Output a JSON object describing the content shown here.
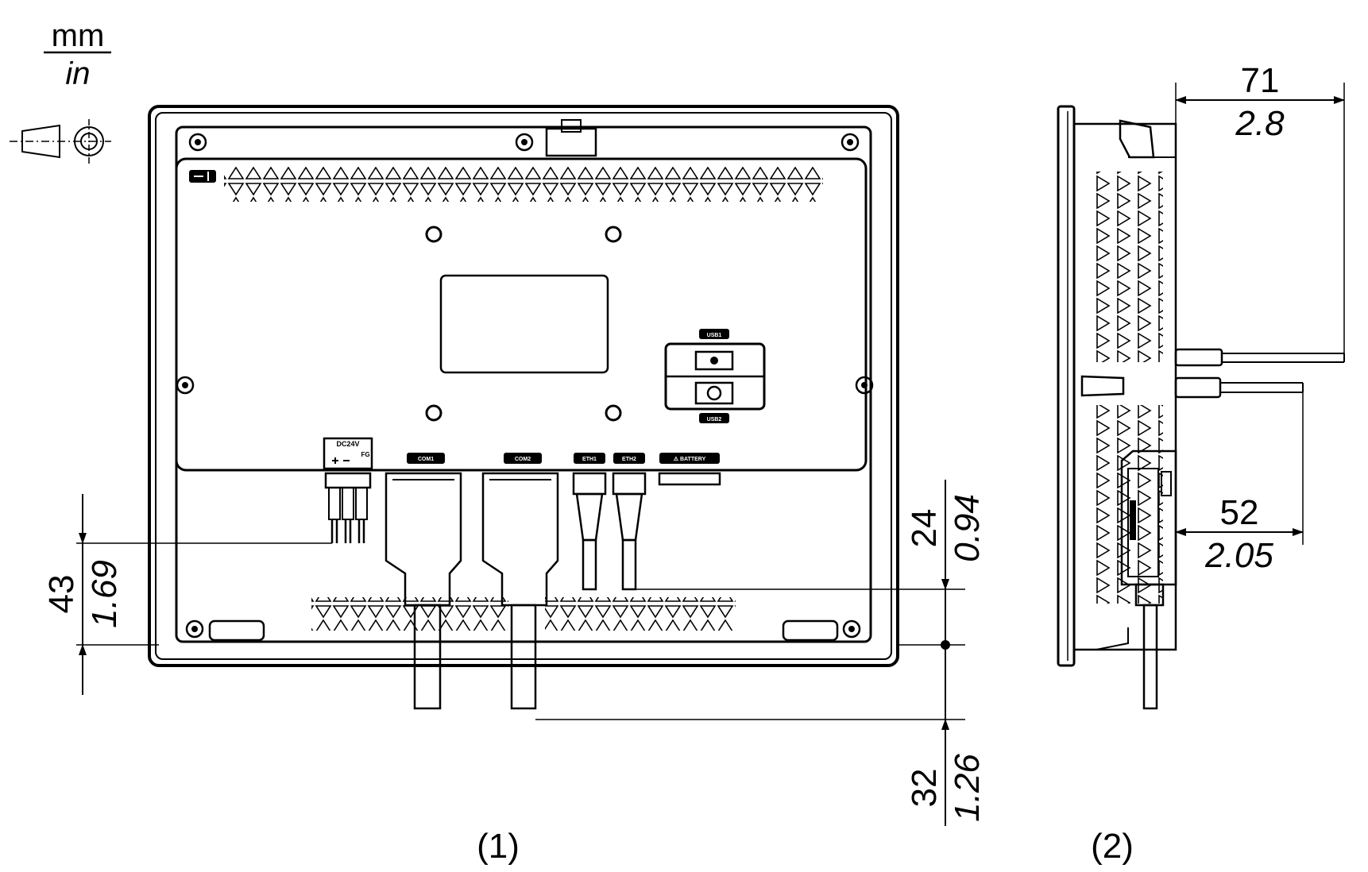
{
  "units": {
    "primary": "mm",
    "secondary": "in"
  },
  "views": [
    {
      "id": "rear",
      "label": "(1)"
    },
    {
      "id": "side",
      "label": "(2)"
    }
  ],
  "connectors": {
    "power": "DC24V",
    "power_fg": "FG",
    "com1": "COM1",
    "com2": "COM2",
    "eth1": "ETH1",
    "eth2": "ETH2",
    "battery": "⚠ BATTERY",
    "usb1": "USB1",
    "usb2": "USB2"
  },
  "dimensions": {
    "depth_total": {
      "mm": "71",
      "in": "2.8"
    },
    "depth_cable": {
      "mm": "52",
      "in": "2.05"
    },
    "power_height": {
      "mm": "43",
      "in": "1.69"
    },
    "eth_clearance": {
      "mm": "24",
      "in": "0.94"
    },
    "com_clearance": {
      "mm": "32",
      "in": "1.26"
    }
  }
}
